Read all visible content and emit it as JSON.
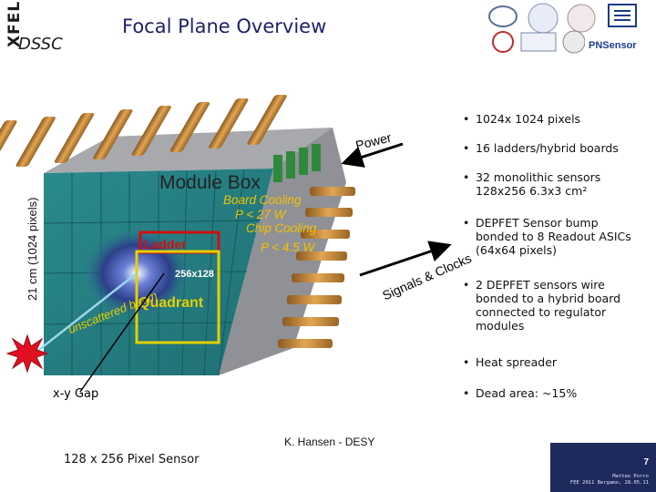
{
  "header": {
    "side_logo": "XFEL",
    "project": "DSSC",
    "title": "Focal Plane Overview"
  },
  "logos": {
    "pnsensor": "PNSensor"
  },
  "diagram": {
    "power_label": "Power",
    "signals_label": "Signals & Clocks",
    "module_box_label": "Module Box",
    "board_cooling": "Board Cooling",
    "board_power": "P < 27 W",
    "chip_cooling": "Chip Cooling",
    "chip_power": "P < 4.5 W",
    "ladder_label": "Ladder",
    "ladder_size": "256x128",
    "quadrant_label": "Quadrant",
    "beam_label": "unscattered beam",
    "side_dimension": "21 cm (1024 pixels)",
    "xy_gap": "x-y Gap",
    "sensor_caption": "128 x 256 Pixel Sensor"
  },
  "bullets": [
    "1024x 1024 pixels",
    "16 ladders/hybrid boards",
    "32 monolithic sensors 128x256 6.3x3 cm²",
    "DEPFET Sensor bump bonded to 8 Readout ASICs (64x64 pixels)",
    "2 DEPFET sensors wire bonded to a hybrid board connected to regulator modules",
    "Heat spreader",
    "Dead area: ~15%"
  ],
  "footer": {
    "author": "K. Hansen - DESY",
    "page_number": "7",
    "footnote_line1": "Matteo Porro",
    "footnote_line2": "FEE 2011 Bergamo, 28.05.11"
  },
  "colors": {
    "title": "#1f1f6b",
    "sensor": "#2f8f91",
    "copper": "#c9883a",
    "ladder_box": "#d01010",
    "quadrant_box": "#e2d000",
    "page_box": "#1f2a5c"
  }
}
